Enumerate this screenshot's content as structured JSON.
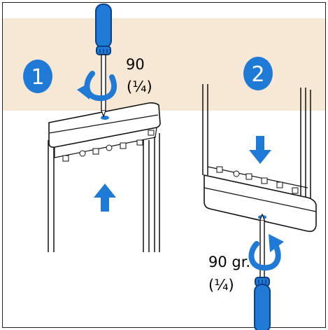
{
  "steps": [
    {
      "number": "1",
      "angle": "90",
      "fraction": "(¼)"
    },
    {
      "number": "2",
      "angle": "90 gr.",
      "fraction": "(¼)"
    }
  ],
  "colors": {
    "band": "#f7e8d6",
    "blue": "#1f7ad6",
    "dark_blue": "#0c3f86",
    "line": "#111111"
  },
  "icons": [
    "screwdriver-icon",
    "rotate-arrow-icon",
    "arrow-up-icon",
    "arrow-down-icon"
  ]
}
